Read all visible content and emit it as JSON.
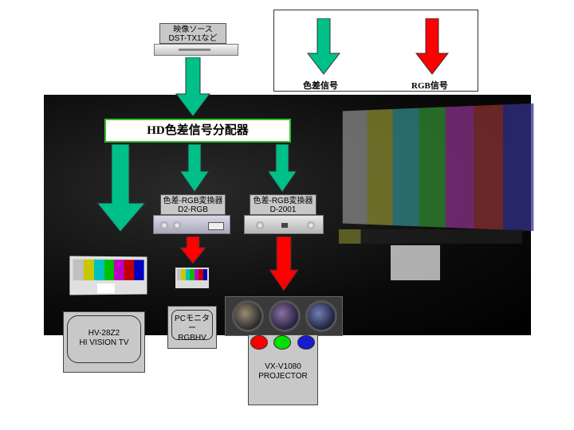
{
  "source": {
    "line1": "映像ソース",
    "line2": "DST-TX1など"
  },
  "legend": {
    "component_label": "色差信号",
    "rgb_label": "RGB信号",
    "component_color": "#00c08a",
    "rgb_color": "#ff0000"
  },
  "splitter": {
    "label": "HD色差信号分配器"
  },
  "converter_left": {
    "line1": "色差-RGB変換器",
    "line2": "D2-RGB"
  },
  "converter_right": {
    "line1": "色差-RGB変換器",
    "line2": "D-2001"
  },
  "tv": {
    "line1": "HV-28Z2",
    "line2": "HI VISION TV"
  },
  "pc_monitor": {
    "line1": "PCモニター",
    "line2": "RGBHV"
  },
  "projector": {
    "line1": "VX-V1080",
    "line2": "PROJECTOR"
  },
  "color_bars": [
    "#c0c0c0",
    "#c8c800",
    "#00c0c0",
    "#00c000",
    "#c000c0",
    "#c00000",
    "#0000c0"
  ]
}
